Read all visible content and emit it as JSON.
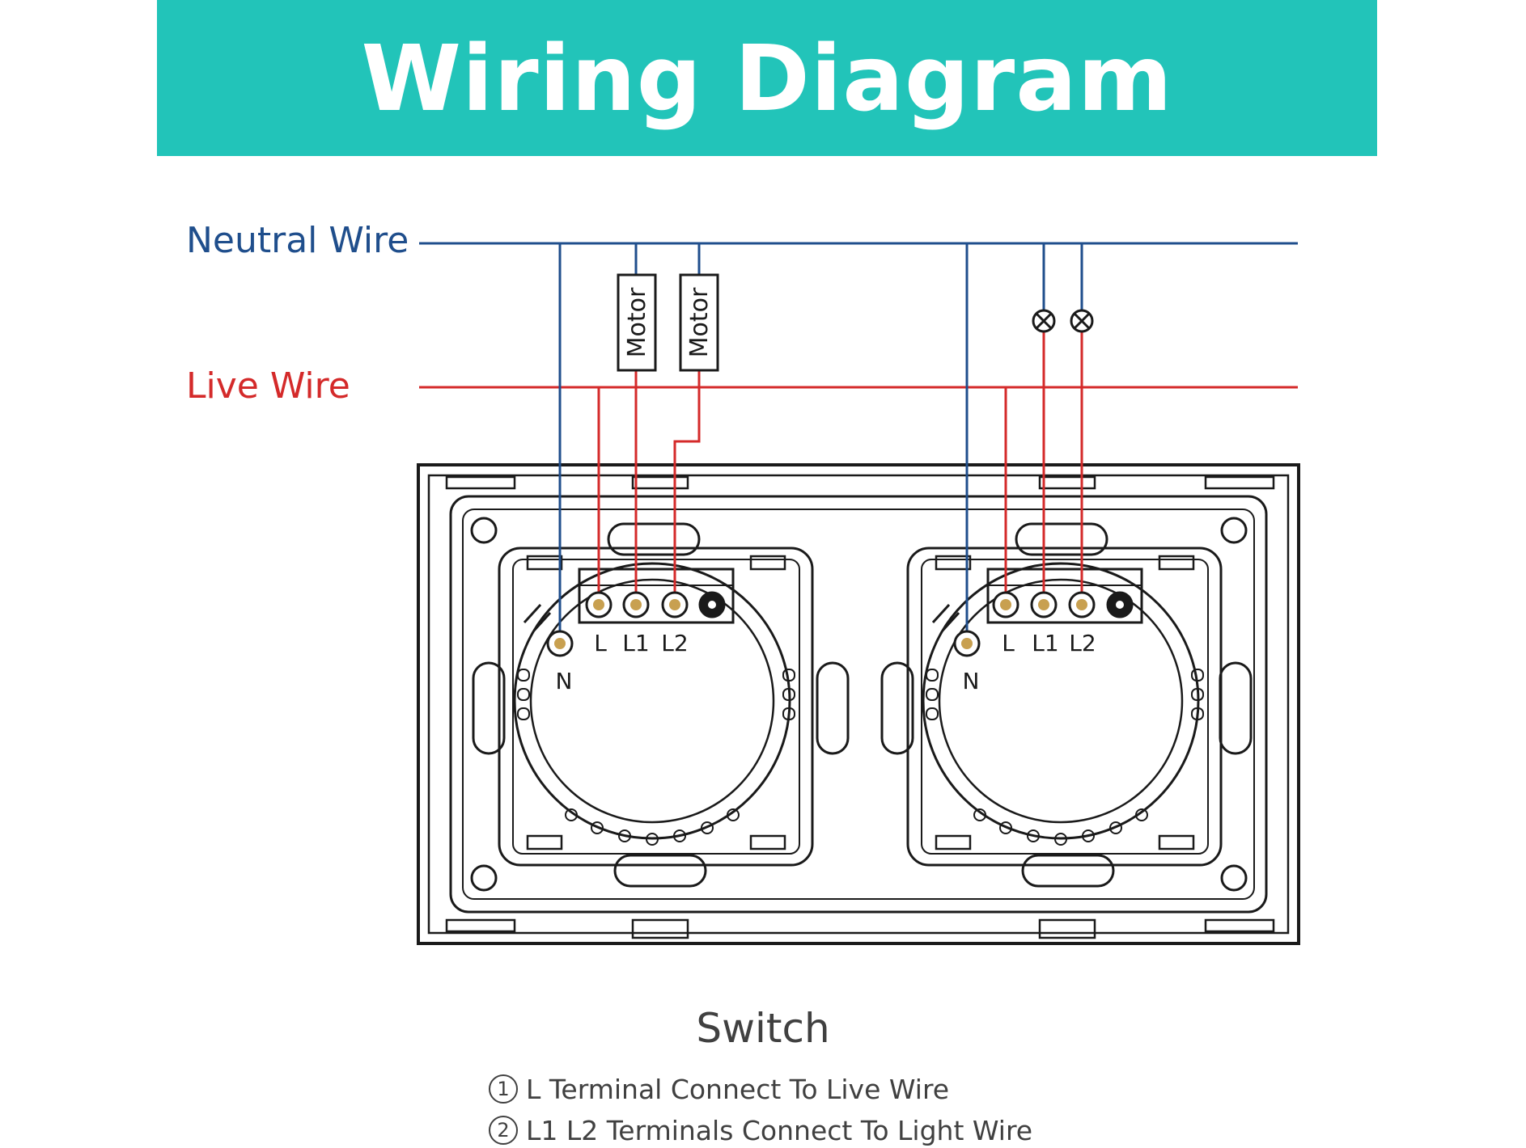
{
  "title": "Wiring Diagram",
  "labels": {
    "neutral_wire": "Neutral Wire",
    "live_wire": "Live Wire"
  },
  "load_labels": {
    "motor_1": "Motor",
    "motor_2": "Motor"
  },
  "terminals": {
    "n": "N",
    "l": "L",
    "l1": "L1",
    "l2": "L2"
  },
  "caption": {
    "title": "Switch",
    "notes": [
      {
        "num": "1",
        "text": "L Terminal Connect To Live Wire"
      },
      {
        "num": "2",
        "text": "L1 L2 Terminals Connect To Light Wire"
      }
    ]
  },
  "colors": {
    "banner": "#22c4b9",
    "neutral": "#1f4e8c",
    "live": "#d42a2a",
    "outline": "#1a1a1a",
    "brass": "#c8a050"
  }
}
